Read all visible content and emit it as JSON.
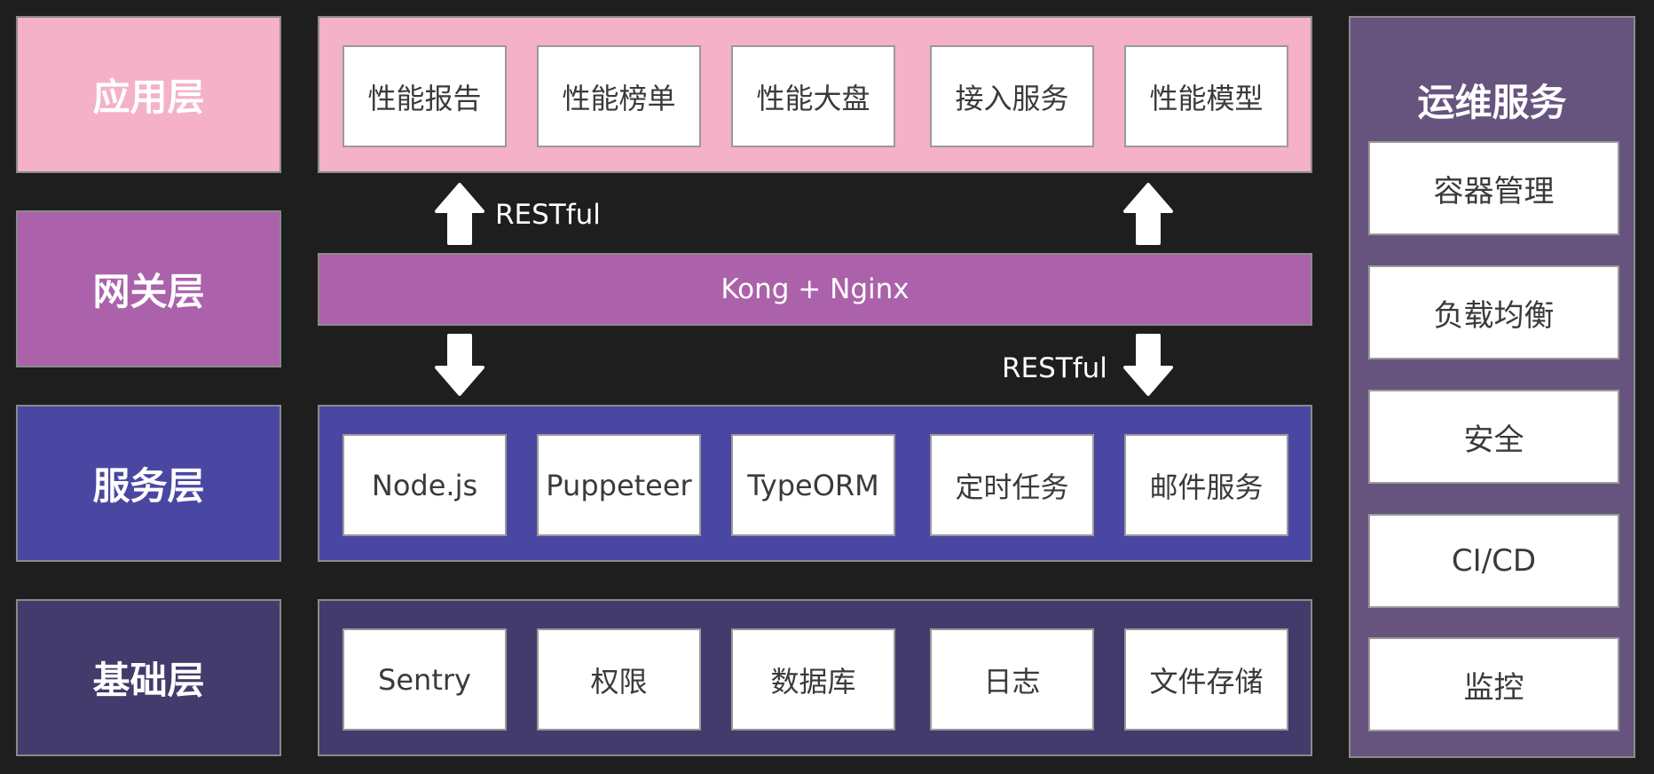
{
  "layers": [
    {
      "label": "应用层",
      "color": "#f4b1c8"
    },
    {
      "label": "网关层",
      "color": "#ab62aa"
    },
    {
      "label": "服务层",
      "color": "#4a47a3"
    },
    {
      "label": "基础层",
      "color": "#433b6c"
    }
  ],
  "app_layer": {
    "items": [
      "性能报告",
      "性能榜单",
      "性能大盘",
      "接入服务",
      "性能模型"
    ]
  },
  "gateway": {
    "label": "Kong + Nginx"
  },
  "service_layer": {
    "items": [
      "Node.js",
      "Puppeteer",
      "TypeORM",
      "定时任务",
      "邮件服务"
    ]
  },
  "base_layer": {
    "items": [
      "Sentry",
      "权限",
      "数据库",
      "日志",
      "文件存储"
    ]
  },
  "arrows": {
    "restful_label": "RESTful"
  },
  "ops": {
    "title": "运维服务",
    "items": [
      "容器管理",
      "负载均衡",
      "安全",
      "CI/CD",
      "监控"
    ],
    "color": "#66547f"
  }
}
